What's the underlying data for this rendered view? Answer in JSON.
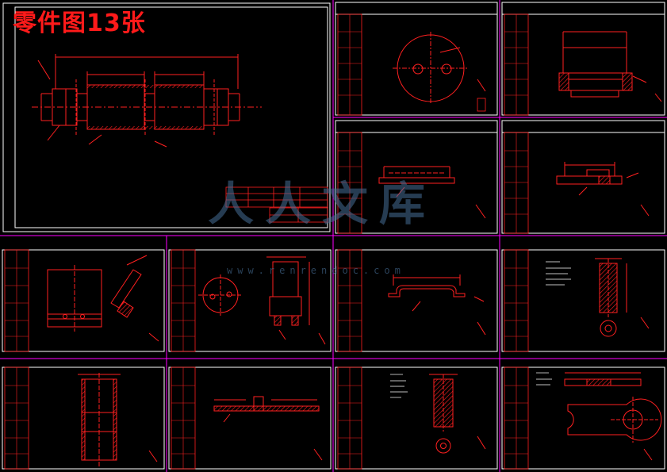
{
  "title": "零件图13张",
  "watermark": {
    "text": "人人文库",
    "url": "www.renrendoc.com"
  },
  "colors": {
    "background": "#000000",
    "frame": "#ffffff",
    "drawing": "#ff2020",
    "dimension": "#ff3333",
    "divider": "#ff00ff",
    "watermark": "#4a6e96"
  },
  "sheets": [
    {
      "name": "main-assembly-sheet"
    },
    {
      "name": "sheet-disc-with-holes"
    },
    {
      "name": "sheet-bracket-section"
    },
    {
      "name": "sheet-plate-side-view"
    },
    {
      "name": "sheet-clamp-assembly"
    },
    {
      "name": "sheet-rectangular-plate"
    },
    {
      "name": "sheet-flange-and-body"
    },
    {
      "name": "sheet-u-bracket"
    },
    {
      "name": "sheet-shaft-pin"
    },
    {
      "name": "sheet-tube-body"
    },
    {
      "name": "sheet-long-bar"
    },
    {
      "name": "sheet-bushing"
    },
    {
      "name": "sheet-lever-arm"
    }
  ]
}
